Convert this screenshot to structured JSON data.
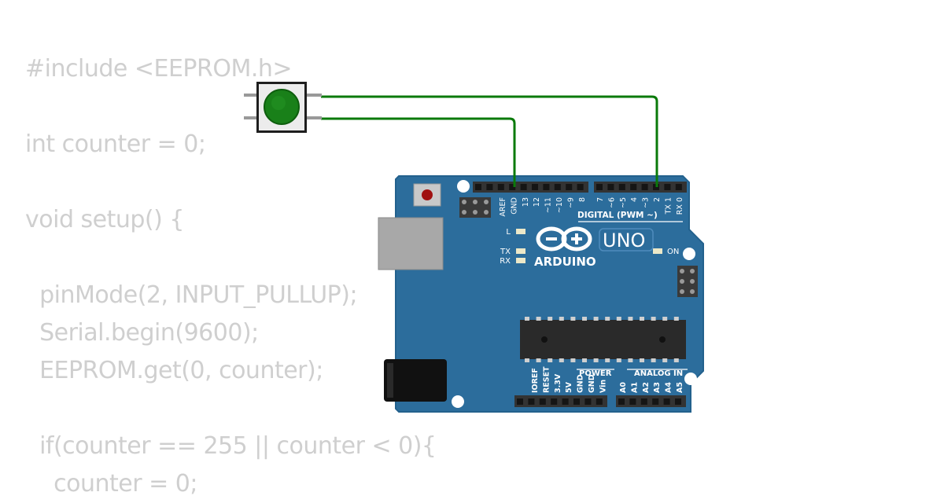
{
  "code": {
    "lines": [
      "#include <EEPROM.h>",
      "",
      "int counter = 0;",
      "",
      "void setup() {",
      "",
      "  pinMode(2, INPUT_PULLUP);",
      "  Serial.begin(9600);",
      "  EEPROM.get(0, counter);",
      "",
      "  if(counter == 255 || counter < 0){",
      "    counter = 0;"
    ]
  },
  "board": {
    "brand": "ARDUINO",
    "model": "UNO",
    "digital_label": "DIGITAL (PWM ~)",
    "power_label": "POWER",
    "analog_label": "ANALOG IN",
    "on_label": "ON",
    "led_l": "L",
    "led_tx": "TX",
    "led_rx": "RX",
    "top_pins": [
      "AREF",
      "GND",
      "13",
      "12",
      "~11",
      "~10",
      "~9",
      "8",
      "7",
      "~6",
      "~5",
      "4",
      "~3",
      "2",
      "TX 1",
      "RX 0"
    ],
    "power_pins": [
      "IOREF",
      "RESET",
      "3.3V",
      "5V",
      "GND",
      "GND",
      "Vin"
    ],
    "analog_pins": [
      "A0",
      "A1",
      "A2",
      "A3",
      "A4",
      "A5"
    ]
  },
  "colors": {
    "board": "#2c6d9c",
    "board_edge": "#23618d",
    "wire": "#0a7a0a",
    "button_cap": "#198019",
    "code_text": "#cfcfcf",
    "header": "#333333",
    "chip": "#2a2a2a"
  }
}
